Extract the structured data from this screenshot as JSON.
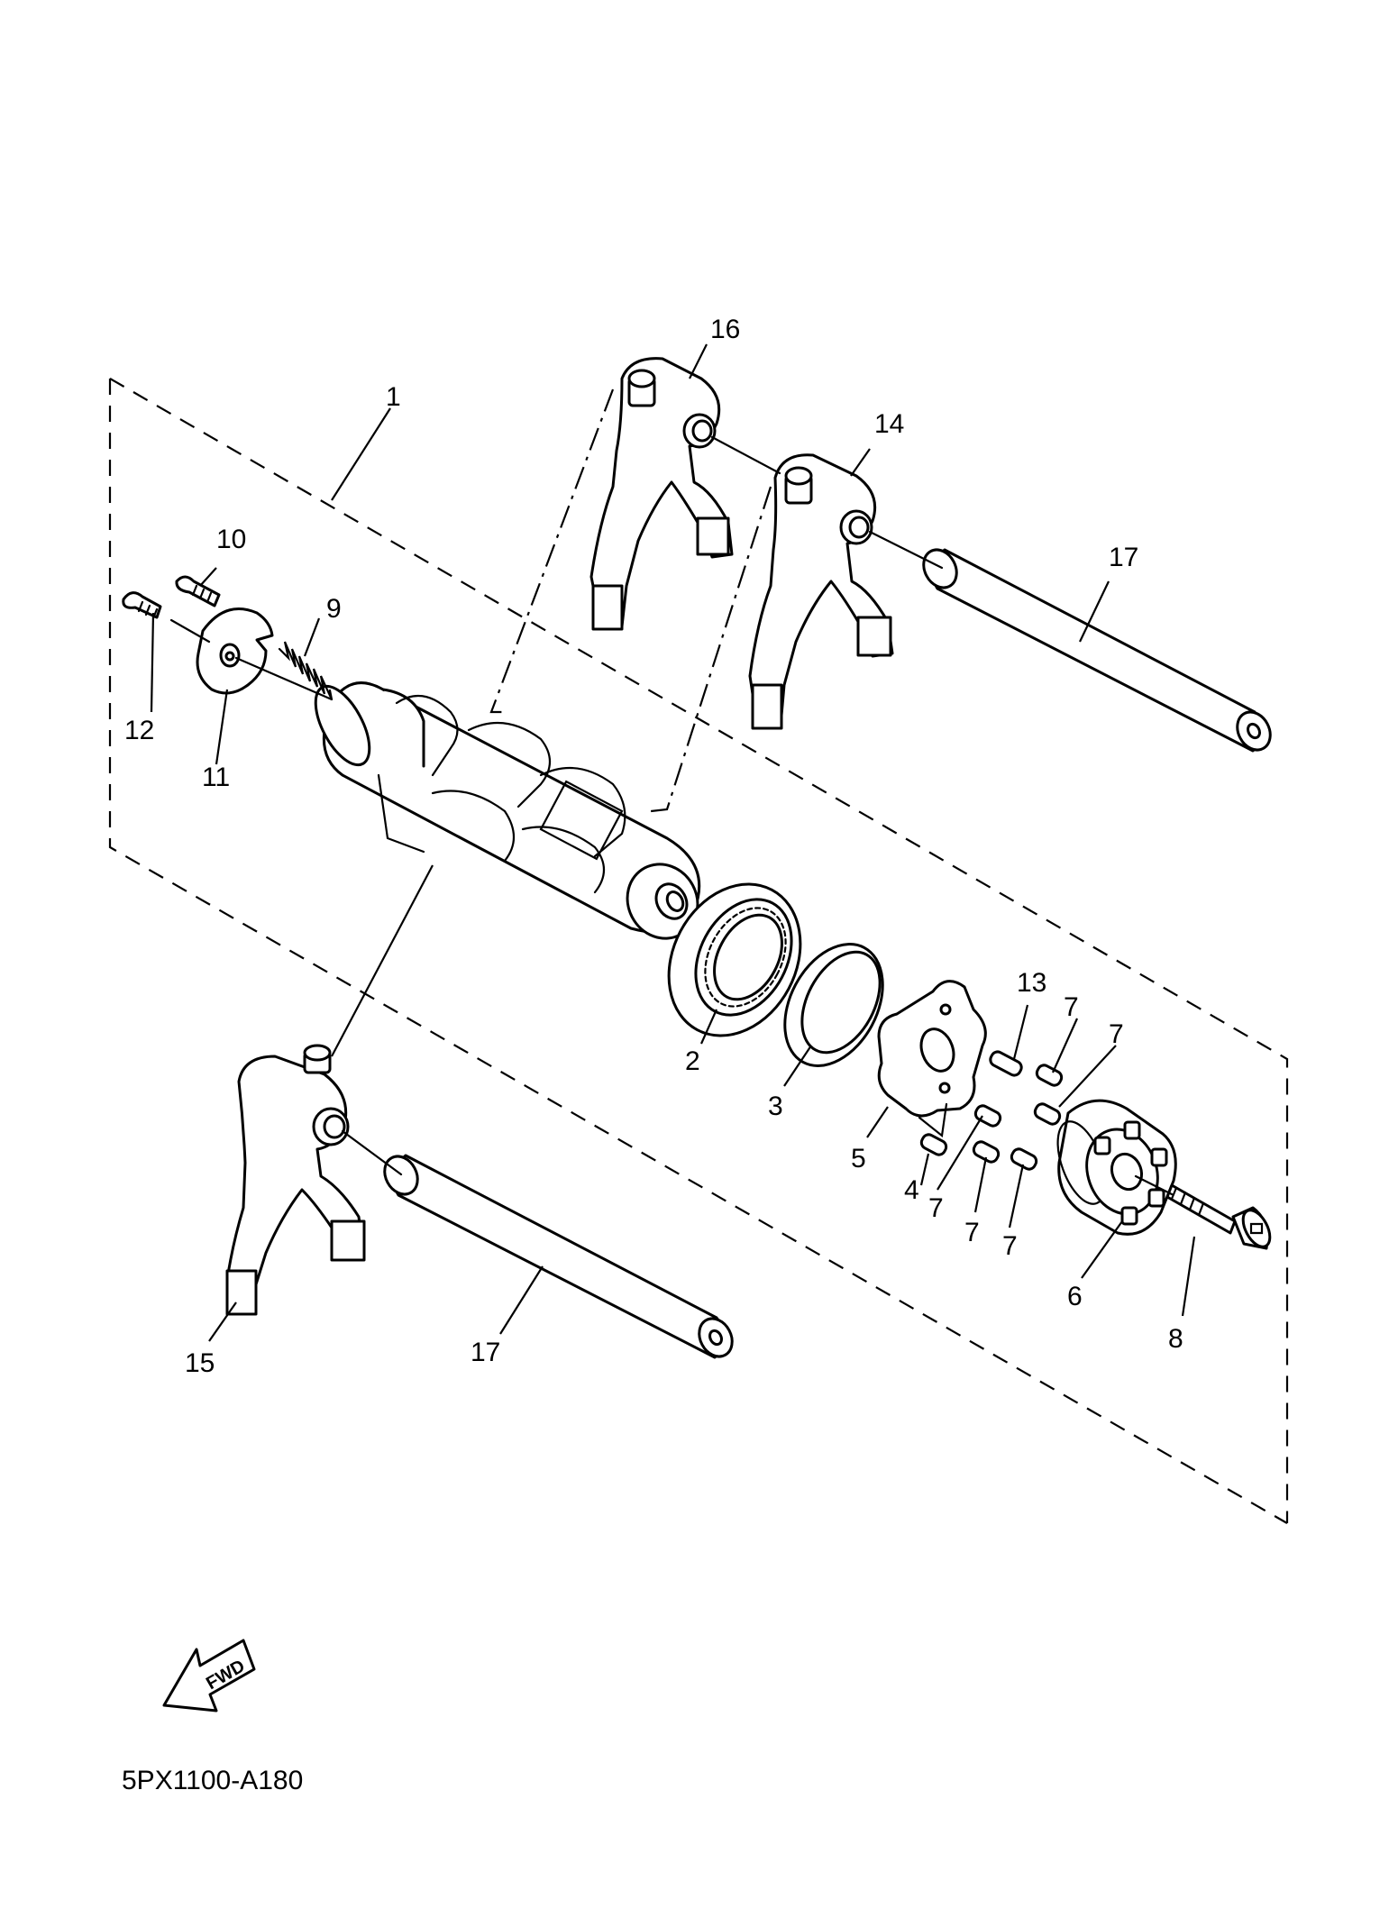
{
  "diagram": {
    "callouts": [
      {
        "id": "c1",
        "text": "1"
      },
      {
        "id": "c2",
        "text": "2"
      },
      {
        "id": "c3",
        "text": "3"
      },
      {
        "id": "c4",
        "text": "4"
      },
      {
        "id": "c5",
        "text": "5"
      },
      {
        "id": "c6",
        "text": "6"
      },
      {
        "id": "c7a",
        "text": "7"
      },
      {
        "id": "c7b",
        "text": "7"
      },
      {
        "id": "c7c",
        "text": "7"
      },
      {
        "id": "c7d",
        "text": "7"
      },
      {
        "id": "c7e",
        "text": "7"
      },
      {
        "id": "c8",
        "text": "8"
      },
      {
        "id": "c9",
        "text": "9"
      },
      {
        "id": "c10",
        "text": "10"
      },
      {
        "id": "c11",
        "text": "11"
      },
      {
        "id": "c12",
        "text": "12"
      },
      {
        "id": "c13",
        "text": "13"
      },
      {
        "id": "c14",
        "text": "14"
      },
      {
        "id": "c15",
        "text": "15"
      },
      {
        "id": "c16",
        "text": "16"
      },
      {
        "id": "c17a",
        "text": "17"
      },
      {
        "id": "c17b",
        "text": "17"
      }
    ],
    "fwd_label": "FWD",
    "drawing_code": "5PX1100-A180"
  }
}
